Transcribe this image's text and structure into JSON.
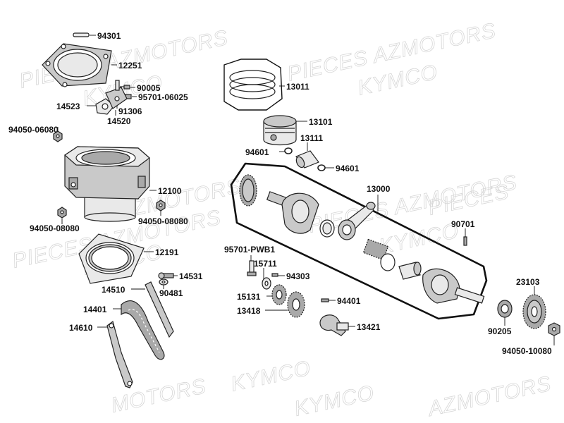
{
  "watermarks": [
    "PIECES AZMOTORS",
    "KYMCO",
    "PIECES AZMOTORS",
    "KYMCO",
    "AZMOTORS",
    "KYMCO",
    "PIECES AZMOTORS",
    "KYMCO",
    "PIECES AZMOTORS",
    "KYMCO",
    "PIECES",
    "KYMCO",
    "MOTORS",
    "AZMOTORS"
  ],
  "labels": [
    "94301",
    "12251",
    "90005",
    "95701-06025",
    "14523",
    "91306",
    "14520",
    "94050-06080",
    "12100",
    "94050-08080",
    "94050-08080",
    "12191",
    "14531",
    "14510",
    "90481",
    "14401",
    "14610",
    "13011",
    "13101",
    "94601",
    "13111",
    "94601",
    "13000",
    "90701",
    "95701-PWB1",
    "15711",
    "94303",
    "15131",
    "94401",
    "13418",
    "13421",
    "23103",
    "90205",
    "94050-10080"
  ]
}
